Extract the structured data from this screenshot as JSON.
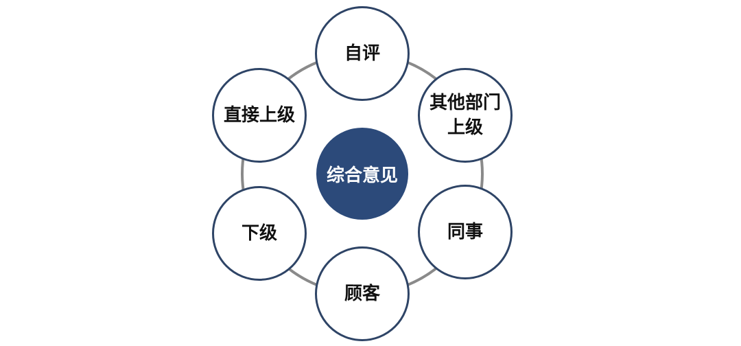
{
  "diagram": {
    "center": {
      "label": "综合意见",
      "fill": "#2c4a7a"
    },
    "ring_color": "#8a8a8a",
    "node_border": "#2e4466",
    "nodes": [
      {
        "label": "自评"
      },
      {
        "label": "其他部门\n上级"
      },
      {
        "label": "同事"
      },
      {
        "label": "顾客"
      },
      {
        "label": "下级"
      },
      {
        "label": "直接上级"
      }
    ]
  }
}
